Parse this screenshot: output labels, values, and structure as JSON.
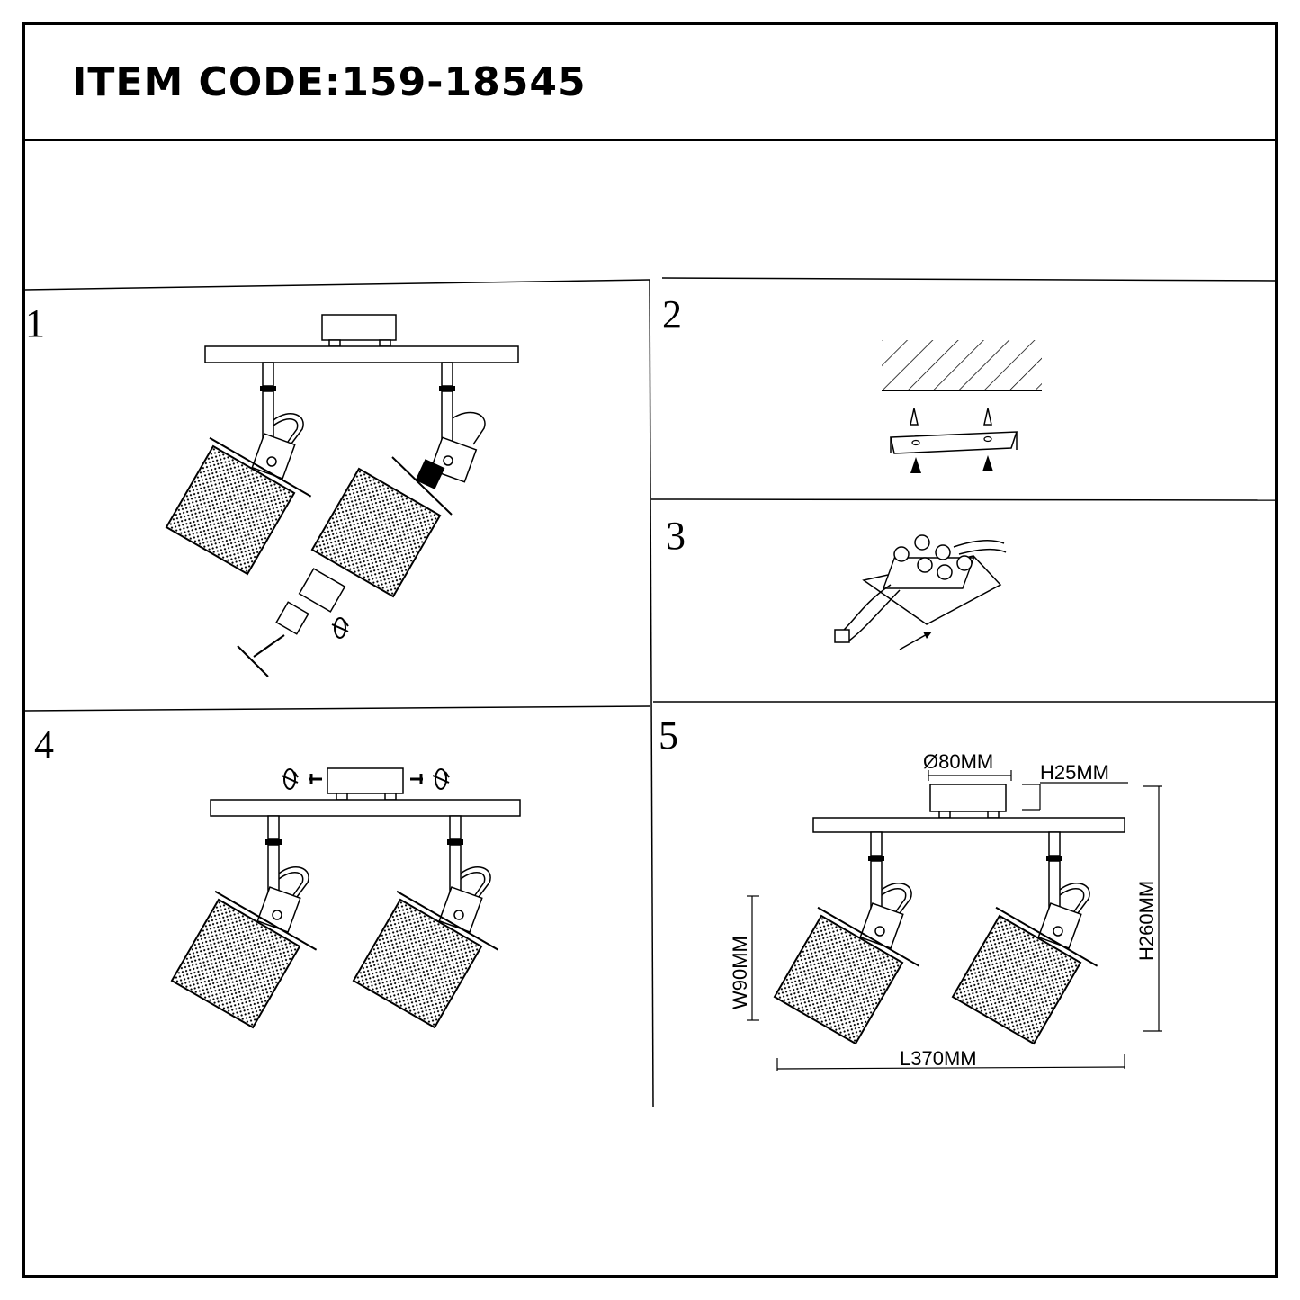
{
  "header": {
    "item_code": "ITEM CODE:159-18545"
  },
  "steps": [
    {
      "number": "1"
    },
    {
      "number": "2"
    },
    {
      "number": "3"
    },
    {
      "number": "4"
    },
    {
      "number": "5"
    }
  ],
  "dimensions": {
    "diameter": "Ø80MM",
    "height_base": "H25MM",
    "height_total": "H260MM",
    "width": "W90MM",
    "length": "L370MM"
  },
  "icons": [
    "rotate-icon",
    "screw-icon",
    "spotlight-icon",
    "ceiling-hatch-icon",
    "terminal-block-icon",
    "arrow-icon"
  ]
}
